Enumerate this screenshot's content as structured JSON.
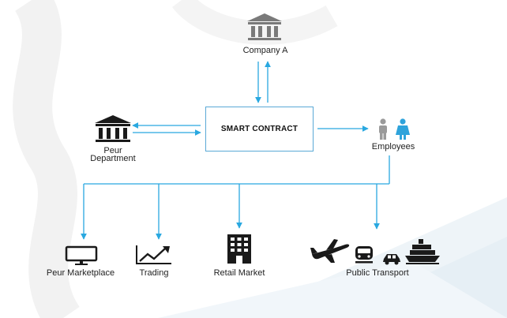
{
  "diagram": {
    "company_a": "Company A",
    "smart_contract": "SMART CONTRACT",
    "peur_department_line1": "Peur",
    "peur_department_line2": "Department",
    "employees": "Employees",
    "peur_marketplace": "Peur Marketplace",
    "trading": "Trading",
    "retail_market": "Retail Market",
    "public_transport": "Public Transport"
  },
  "colors": {
    "connector": "#29a8e0",
    "box_border": "#5aa9d6",
    "icon_dark": "#1a1a1a",
    "icon_gray": "#7a7a7a",
    "employee_blue": "#2ea3db"
  },
  "icons": [
    "bank-icon",
    "people-icon",
    "monitor-icon",
    "chart-icon",
    "building-icon",
    "airplane-icon",
    "train-icon",
    "car-icon",
    "ship-icon"
  ]
}
